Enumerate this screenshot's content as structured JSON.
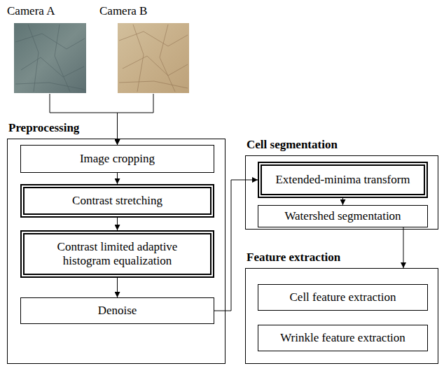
{
  "diagram": {
    "nodes": [
      {
        "text": [
          "Camera A"
        ]
      },
      {
        "text": [
          "Camera B"
        ]
      },
      {
        "text": [
          "Preprocessing"
        ]
      },
      {
        "text": [
          "Image cropping"
        ],
        "in": 2
      },
      {
        "text": [
          "Contrast stretching"
        ],
        "in": 2
      },
      {
        "text": [
          "Contrast limited adaptive histogram equalization"
        ],
        "in": 2
      },
      {
        "text": [
          "Denoise"
        ],
        "in": 2
      },
      {
        "text": [
          "Cell segmentation"
        ]
      },
      {
        "text": [
          "Extended-minima transform"
        ],
        "in": 7
      },
      {
        "text": [
          "Watershed segmentation"
        ],
        "in": 7
      },
      {
        "text": [
          "Feature extraction"
        ]
      },
      {
        "text": [
          "Cell feature extraction"
        ],
        "in": 10
      },
      {
        "text": [
          "Wrinkle feature extraction"
        ],
        "in": 10
      }
    ],
    "edges": [
      {
        "from": 0,
        "to": 3,
        "arrow": "to"
      },
      {
        "from": 1,
        "to": 3,
        "arrow": "to"
      },
      {
        "from": 3,
        "to": 4,
        "arrow": "to"
      },
      {
        "from": 4,
        "to": 5,
        "arrow": "to"
      },
      {
        "from": 5,
        "to": 6,
        "arrow": "to"
      },
      {
        "from": 6,
        "to": 8,
        "arrow": "to"
      },
      {
        "from": 8,
        "to": 9,
        "arrow": "to"
      },
      {
        "from": 9,
        "to": 10,
        "arrow": "to"
      }
    ]
  }
}
